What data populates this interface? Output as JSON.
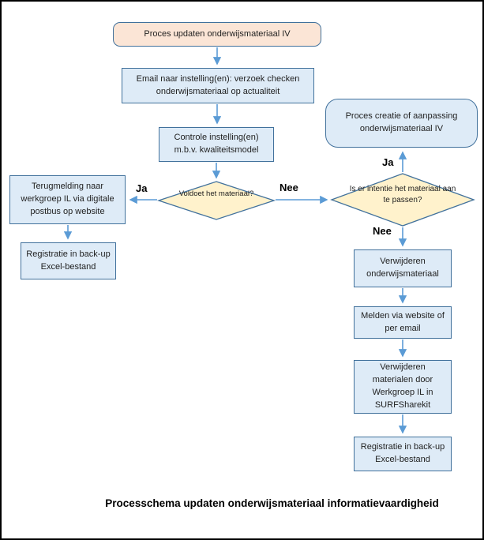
{
  "title": {
    "text": "Processchema updaten onderwijsmateriaal informatievaardigheid"
  },
  "colors": {
    "process_fill": "#DEEBF7",
    "start_fill": "#FBE5D6",
    "decision_fill": "#FFF2CC",
    "shape_border": "#41719C",
    "connector": "#5B9BD5",
    "page_border": "#000000"
  },
  "nodes": {
    "start": "Proces updaten onderwijsmateriaal IV",
    "email_check": "Email naar instelling(en): verzoek checken onderwijsmateriaal op actualiteit",
    "controle": "Controle instelling(en) m.b.v. kwaliteitsmodel",
    "decision_voldoet": "Voldoet het materiaal?",
    "terugmelding": "Terugmelding naar werkgroep IL via digitale postbus op website",
    "registratie_left": "Registratie in back-up Excel-bestand",
    "proces_creatie": "Proces creatie of aanpassing onderwijsmateriaal IV",
    "decision_intentie": "Is er intentie het materiaal aan te passen?",
    "verwijderen": "Verwijderen onderwijsmateriaal",
    "melden": "Melden via website of per email",
    "verwijderen_sharekit": "Verwijderen materialen door Werkgroep IL in SURFSharekit",
    "registratie_right": "Registratie in back-up Excel-bestand"
  },
  "edge_labels": {
    "ja_left": "Ja",
    "nee_right": "Nee",
    "ja_up": "Ja",
    "nee_down": "Nee"
  }
}
